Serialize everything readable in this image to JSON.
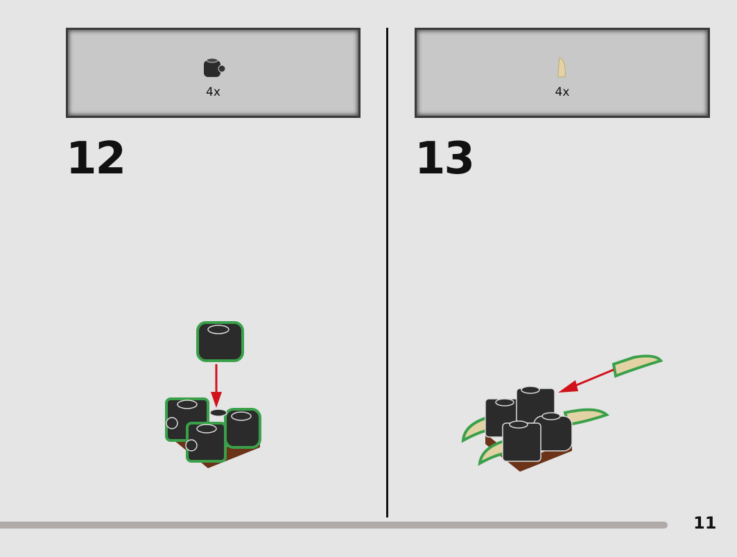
{
  "steps": [
    {
      "number": "12",
      "parts": [
        {
          "name": "black-round-brick-with-side-stud",
          "quantity": "4x",
          "color": "#2b2b2b"
        }
      ]
    },
    {
      "number": "13",
      "parts": [
        {
          "name": "tan-claw",
          "quantity": "4x",
          "color": "#e3d3a4"
        }
      ]
    }
  ],
  "page": {
    "number": "11",
    "progress_percent": 100
  },
  "colors": {
    "background": "#e5e5e5",
    "callout": "#c8c8c8",
    "highlight": "#3aa04a",
    "arrow": "#d0121b",
    "base": "#6b3318"
  }
}
